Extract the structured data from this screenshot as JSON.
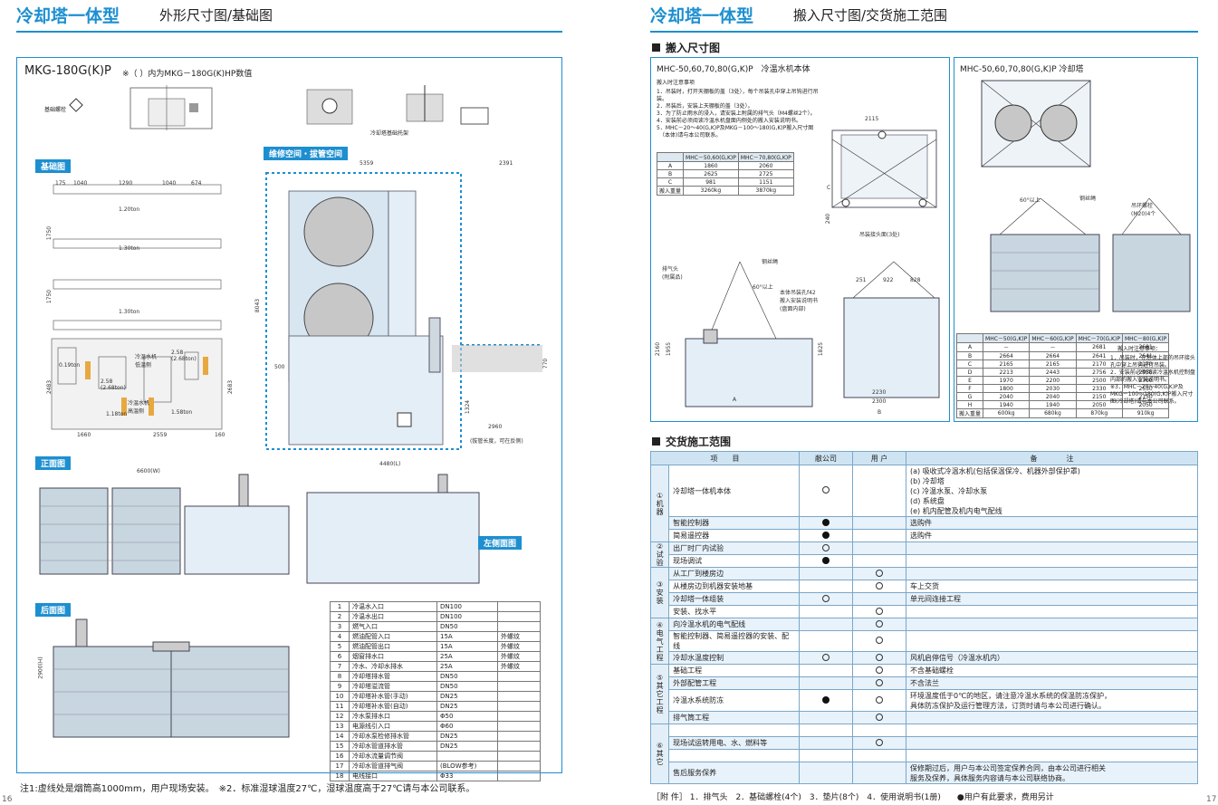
{
  "left": {
    "title": "冷却塔一体型",
    "subtitle": "外形尺寸图/基础图",
    "model": "MKG-180G(K)P",
    "model_note": "※（ ）内为MKG－180G(K)HP数值",
    "labels": {
      "foundation": "基础图",
      "maintenance": "维修空间・拔管空间",
      "front": "正面图",
      "rear": "后面图",
      "left_side": "左侧面图",
      "anchor": "基础螺栓",
      "duct": "冷却塔基础托架",
      "cooling_unit": "冷温水机\n低温侧",
      "cooling_unit_hot": "冷温水机\n高温侧",
      "note_left": "(拔管长度，可在反侧)"
    },
    "dims": {
      "top_1040a": "1040",
      "top_1290": "1290",
      "top_1040b": "1040",
      "top_674": "674",
      "top_175": "175",
      "w_5359": "5359",
      "w_2391": "2391",
      "h_8043": "8043",
      "d_500": "500",
      "d_770": "770",
      "d_1324": "1324",
      "d_2960": "2960",
      "b_1660": "1660",
      "b_2559": "2559",
      "b_160": "160",
      "l_1750a": "1750",
      "l_1750b": "1750",
      "l_2483": "2483",
      "l_2683": "2683",
      "front_w": "6600(W)",
      "side_w": "4480(L)",
      "rear_h": "2900(H)",
      "t120a": "1.20ton",
      "t130": "1.30ton",
      "t130b": "1.30ton",
      "t019": "0.19ton",
      "t258": "2.58\n(2.68ton)",
      "t258b": "2.58\n(2.68ton)",
      "t118": "1.18ton",
      "t158": "1.58ton"
    },
    "pipe_table": [
      [
        "1",
        "冷温水入口",
        "DN100",
        ""
      ],
      [
        "2",
        "冷温水出口",
        "DN100",
        ""
      ],
      [
        "3",
        "燃气入口",
        "DN50",
        ""
      ],
      [
        "4",
        "燃油配管入口",
        "15A",
        "外螺纹"
      ],
      [
        "5",
        "燃油配管出口",
        "15A",
        "外螺纹"
      ],
      [
        "6",
        "烟窗排水口",
        "25A",
        "外螺纹"
      ],
      [
        "7",
        "冷水、冷却水排水",
        "25A",
        "外螺纹"
      ],
      [
        "8",
        "冷却塔排水管",
        "DN50",
        ""
      ],
      [
        "9",
        "冷却塔溢流管",
        "DN50",
        ""
      ],
      [
        "10",
        "冷却塔补水管(手动)",
        "DN25",
        ""
      ],
      [
        "11",
        "冷却塔补水管(自动)",
        "DN25",
        ""
      ],
      [
        "12",
        "冷水泵排水口",
        "Φ50",
        ""
      ],
      [
        "13",
        "电源线引入口",
        "Φ60",
        ""
      ],
      [
        "14",
        "冷却水泵检修排水管",
        "DN25",
        ""
      ],
      [
        "15",
        "冷却水管道排水管",
        "DN25",
        ""
      ],
      [
        "16",
        "冷却水流量调节阀",
        "",
        ""
      ],
      [
        "17",
        "冷却水管道排气阀",
        "(BLOW参考)",
        ""
      ],
      [
        "18",
        "电线接口",
        "Φ33",
        ""
      ]
    ],
    "footnote": "注1:虚线处是烟筒高1000mm，用户现场安装。　※2．标准湿球温度27℃，湿球温度高于27℃请与本公司联系。",
    "page_no": "16"
  },
  "right": {
    "title": "冷却塔一体型",
    "subtitle": "搬入尺寸图/交货施工范围",
    "sec1": "搬入尺寸图",
    "sec2": "交货施工范围",
    "box1_title": "MHC-50,60,70,80(G,K)P　冷温水机本体",
    "box2_title": "MHC-50,60,70,80(G,K)P 冷却塔",
    "notes_title": "搬入时注意事项",
    "notes": [
      "1．吊装时，打开天棚板的盖（3处），每个吊装孔中穿上吊钩进行吊装。",
      "2．吊装后，安装上天棚板的盖（3处）。",
      "3．为了防止雨水的浸入，请安装上附属的排气头（M4螺丝2个）。",
      "4．安装前必须阅读冷温水机盘面内侧处的搬入安装说明书。",
      "5．MHC－20～40(G,K)P及MKG－100～180(G,K)P搬入尺寸图",
      "　（本体)请与本公司联系。"
    ],
    "dim_table1": {
      "head": [
        "",
        "MHC－50,60(G,K)P",
        "MHC－70,80(G,K)P"
      ],
      "rows": [
        [
          "A",
          "1860",
          "2060"
        ],
        [
          "B",
          "2625",
          "2725"
        ],
        [
          "C",
          "981",
          "1151"
        ],
        [
          "搬入重量",
          "3260kg",
          "3870kg"
        ]
      ]
    },
    "dim_labels1": {
      "d2115": "2115",
      "hang": "吊装接头面(3处)",
      "exhaust": "排气头\n(附属品)",
      "wire": "钢丝绳",
      "angle": "60°以上",
      "hole": "本体吊装孔f42\n搬入安装说明书\n(盘面内部)",
      "d251": "251",
      "d922": "922",
      "d828": "828",
      "d2160": "2160",
      "d1955": "1955",
      "d1825": "1825",
      "d2230": "2230",
      "d2300": "2300",
      "a": "A",
      "b": "B",
      "c": "C",
      "d240": "240"
    },
    "dim_table2": {
      "head": [
        "",
        "MHC－50(G,K)P",
        "MHC－60(G,K)P",
        "MHC－70(G,K)P",
        "MHC－80(G,K)P"
      ],
      "rows": [
        [
          "A",
          "－",
          "－",
          "2681",
          "2681"
        ],
        [
          "B",
          "2664",
          "2664",
          "2641",
          "2641"
        ],
        [
          "C",
          "2165",
          "2165",
          "2170",
          "2170"
        ],
        [
          "D",
          "2213",
          "2443",
          "2756",
          "2956"
        ],
        [
          "E",
          "1970",
          "2200",
          "2500",
          "2700"
        ],
        [
          "F",
          "1800",
          "2030",
          "2330",
          "2530"
        ],
        [
          "G",
          "2040",
          "2040",
          "2150",
          "2150"
        ],
        [
          "H",
          "1940",
          "1940",
          "2050",
          "2050"
        ],
        [
          "搬入重量",
          "600kg",
          "680kg",
          "870kg",
          "910kg"
        ]
      ]
    },
    "dim_labels2": {
      "wire": "钢丝绳",
      "bolt": "吊环螺栓\n(M20)4个",
      "angle": "60°以上"
    },
    "notes2_title": "搬入时注意事项：",
    "notes2": [
      "1．吊装时，在塔体上部的吊环接头孔中穿上吊钩进行吊装。",
      "2．安装前必须阅读冷温水机控制盘内部的搬入安装说明书。",
      "※3．MHC－20～40(G,K)P及MKG－100～180(G,K)P搬入尺寸图(冷却塔)请与本公司联系。"
    ],
    "scope_head": [
      "项　　目",
      "",
      "敝公司",
      "用 户",
      "备　　　　注"
    ],
    "scope_groups": [
      {
        "cat": "①\n机\n器",
        "rows": [
          {
            "item": "冷却塔一体机本体",
            "co": "open",
            "user": "",
            "note": "(a) 吸收式冷温水机(包括保温保冷、机器外部保护罩)\n(b) 冷却塔\n(c) 冷温水泵、冷却水泵\n(d) 系统盘\n(e) 机内配管及机内电气配线",
            "tall": 5
          },
          {
            "item": "智能控制器",
            "co": "fill",
            "user": "",
            "note": "选购件"
          },
          {
            "item": "简易遥控器",
            "co": "fill",
            "user": "",
            "note": "选购件"
          }
        ]
      },
      {
        "cat": "②\n试\n验",
        "rows": [
          {
            "item": "出厂时厂内试验",
            "co": "open",
            "user": "",
            "note": ""
          },
          {
            "item": "现场调试",
            "co": "fill",
            "user": "",
            "note": ""
          }
        ]
      },
      {
        "cat": "③\n安\n装",
        "rows": [
          {
            "item": "从工厂到楼房边",
            "co": "",
            "user": "open",
            "note": ""
          },
          {
            "item": "从楼房边到机器安装地基",
            "co": "",
            "user": "open",
            "note": "车上交货"
          },
          {
            "item": "冷却塔一体组装",
            "co": "open",
            "user": "",
            "note": "单元间连接工程"
          },
          {
            "item": "安装、找水平",
            "co": "",
            "user": "open",
            "note": ""
          }
        ]
      },
      {
        "cat": "④\n电\n气\n工\n程",
        "rows": [
          {
            "item": "向冷温水机的电气配线",
            "co": "",
            "user": "open",
            "note": ""
          },
          {
            "item": "智能控制器、简易遥控器的安装、配线",
            "co": "",
            "user": "open",
            "note": ""
          },
          {
            "item": "冷却水温度控制",
            "co": "open",
            "user": "open",
            "note": "风机启停信号（冷温水机内）"
          }
        ]
      },
      {
        "cat": "⑤\n其\n它\n工\n程",
        "rows": [
          {
            "item": "基础工程",
            "co": "",
            "user": "open",
            "note": "不含基础螺栓"
          },
          {
            "item": "外部配管工程",
            "co": "",
            "user": "open",
            "note": "不含法兰"
          },
          {
            "item": "冷温水系统防冻",
            "co": "fill",
            "user": "open",
            "note": "环境温度低于0℃的地区，请注意冷温水系统的保温防冻保护，\n具体防冻保护及运行管理方法，订货时请与本公司进行确认。",
            "tall": 2
          },
          {
            "item": "排气筒工程",
            "co": "",
            "user": "open",
            "note": ""
          }
        ]
      },
      {
        "cat": "⑥\n其\n它",
        "rows": [
          {
            "item": "",
            "co": "",
            "user": "",
            "note": ""
          },
          {
            "item": "现场试运转用电、水、燃料等",
            "co": "",
            "user": "open",
            "note": ""
          },
          {
            "item": "",
            "co": "",
            "user": "",
            "note": ""
          },
          {
            "item": "售后服务保养",
            "co": "",
            "user": "",
            "note": "保修期过后，用户与本公司签定保养合同，由本公司进行相关\n服务及保养，具体服务内容请与本公司联络协商。",
            "tall": 2
          }
        ]
      }
    ],
    "footer": "［附 件］ 1．排气头　2．基础螺栓(4个)　3．垫片(8个)　4．使用说明书(1册)　　●用户有此要求，费用另计",
    "page_no": "17"
  },
  "colors": {
    "accent": "#1d8fd0",
    "machine_fill": "#d7e6f1",
    "shade": "#e8f2fa"
  }
}
